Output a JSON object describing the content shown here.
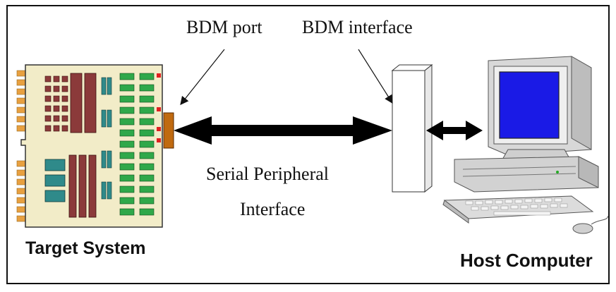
{
  "labels": {
    "bdm_port": "BDM port",
    "bdm_interface": "BDM interface",
    "serial_line1": "Serial Peripheral",
    "serial_line2": "Interface",
    "target_system": "Target System",
    "host_computer": "Host Computer"
  },
  "colors": {
    "frame": "#111111",
    "board": "#f2ecc8",
    "connector_edge": "#e8a040",
    "chip_dark_red": "#8b3a3a",
    "chip_teal": "#2f8a8a",
    "chip_green": "#2fa84a",
    "screen_blue": "#1a1ae6",
    "arrow": "#000000"
  },
  "icons": {
    "target_board": "circuit-board-icon",
    "bdm_box": "interface-box-icon",
    "host": "desktop-computer-icon"
  }
}
